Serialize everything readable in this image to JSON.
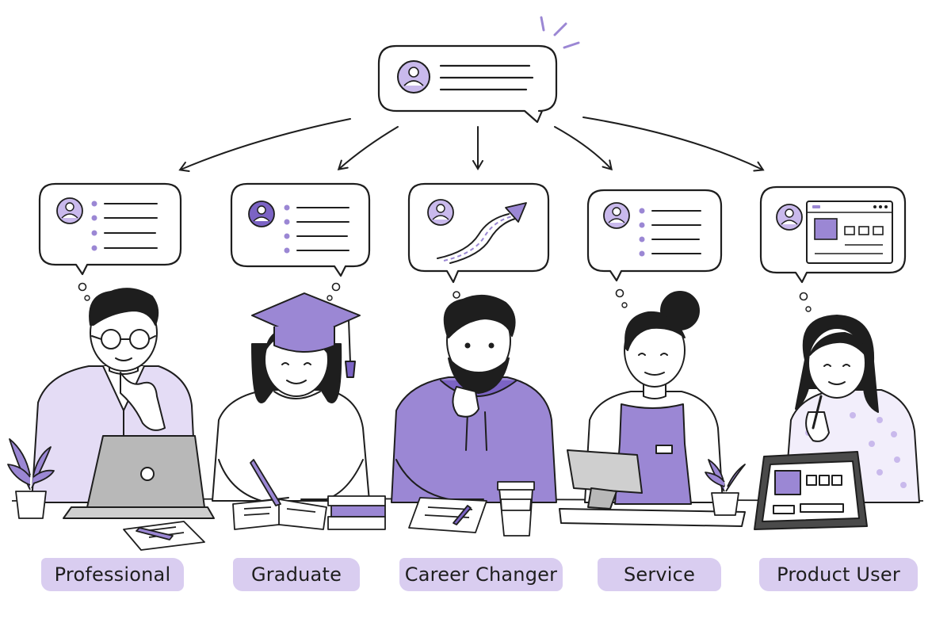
{
  "colors": {
    "ink": "#1e1e1e",
    "accent": "#9b87d4",
    "accent_light": "#c9b9ec",
    "accent_dark": "#7b63c4",
    "label_bg": "#d9cdf0"
  },
  "source_bubble": {
    "icon": "avatar-icon",
    "text_lines": 3
  },
  "personas": [
    {
      "label": "Professional",
      "bubble_icon": "avatar-icon",
      "bubble_content": "bulleted-list",
      "props": [
        "laptop",
        "potted-plant",
        "notepad",
        "pen"
      ]
    },
    {
      "label": "Graduate",
      "bubble_icon": "avatar-icon",
      "bubble_content": "bulleted-list",
      "props": [
        "graduation-cap",
        "notebook",
        "pen",
        "book-stack"
      ]
    },
    {
      "label": "Career Changer",
      "bubble_icon": "avatar-icon",
      "bubble_content": "upward-road-arrow",
      "props": [
        "hoodie",
        "notepad",
        "coffee-cup"
      ]
    },
    {
      "label": "Service",
      "bubble_icon": "avatar-icon",
      "bubble_content": "bulleted-list",
      "props": [
        "apron",
        "pos-terminal",
        "potted-plant"
      ]
    },
    {
      "label": "Product User",
      "bubble_icon": "avatar-icon",
      "bubble_content": "app-window",
      "props": [
        "tablet",
        "stylus"
      ]
    }
  ]
}
